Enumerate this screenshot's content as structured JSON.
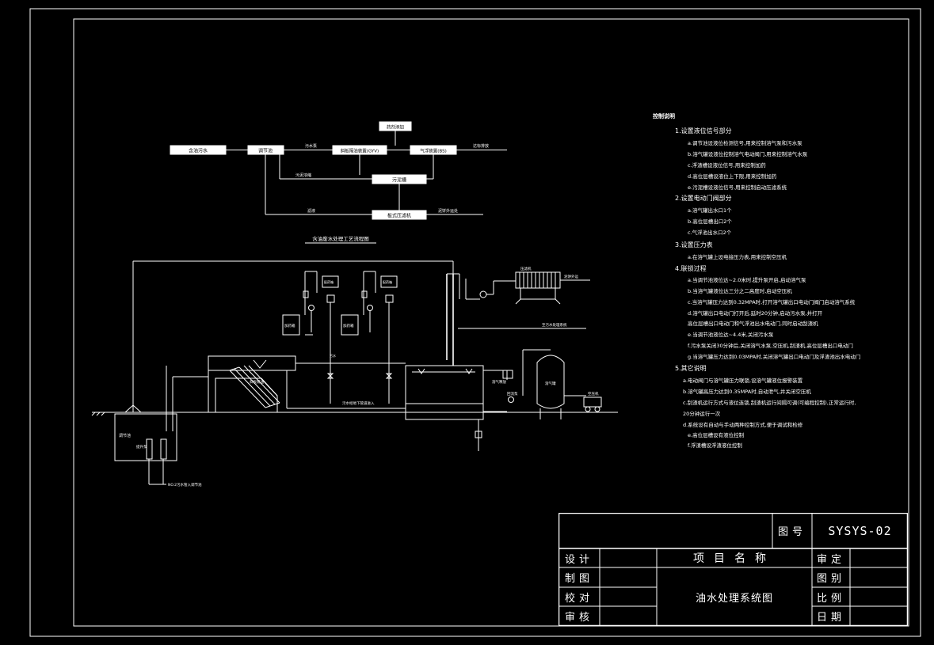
{
  "flow": {
    "raw_water": "含油污水",
    "adjust_tank": "调节池",
    "sep_device": "斜板隔油装置(GYV)",
    "float_device": "气浮装置(BS)",
    "outlet": "达标排放",
    "dosing": "药剂添加",
    "sludge_tank": "污泥槽",
    "filter_press": "板式压滤机",
    "lbl_pump": "污水泵",
    "lbl_sludge": "污泥浓缩",
    "lbl_filtrate": "滤液",
    "lbl_cake": "泥饼外运处",
    "title": "含油废水处理工艺流程图"
  },
  "labels": {
    "tank_a": "加药箱",
    "tank_b": "加药箱",
    "ctrl_a": "配药箱",
    "ctrl_b": "配药箱",
    "sep": "斜板隔油",
    "press": "压滤机",
    "press_out": "泥饼外运",
    "adjust": "调节池",
    "lift": "提升泵",
    "dirty_pipe": "至污水处理系统",
    "air_tank": "溶气罐",
    "compressor": "空压机",
    "release": "溶气释放",
    "circ": "回流泵",
    "sewage": "污水",
    "pipe_note": "污水经地下管道进入",
    "bottom_note": "NO.2污水管入调节池"
  },
  "notes": {
    "heading": "控制说明",
    "sections": [
      {
        "title": "1.设置液位信号部分",
        "items": [
          "a.调节池设液位检测信号,用来控制溶气泵和污水泵",
          "b.溶气罐设液位控制溶气电动阀门,用来控制溶气水泵",
          "c.浮渣槽设液位信号,用来控制加药",
          "d.高位层槽设液位上下限,用来控制加药",
          "e.污泥槽设液位信号,用来控制启动压滤系统"
        ]
      },
      {
        "title": "2.设置电动门阀部分",
        "items": [
          "a.溶气罐出水口1个",
          "b.高位层槽出口2个",
          "c.气浮池出水口2个"
        ]
      },
      {
        "title": "3.设置压力表",
        "items": [
          "a.在溶气罐上设电接压力表,用来控制空压机"
        ]
      },
      {
        "title": "4.联锁过程",
        "items": [
          "a.当调节池液位达~2.0米时,提升泵开启,启动溶气泵",
          "b.当溶气罐液位达三分之二高度时,启动空压机",
          "c.当溶气罐压力达到0.32MPA时,打开溶气罐出口电动门阀门启动溶气系统",
          "d.溶气罐出口电动门打开后,延时20分钟,启动污水泵,并打开",
          "  高位层槽出口电动门和气浮池出水电动门,同时启动刮渣机",
          "e.当调节池液位达~4.4米,关闭污水泵",
          "f.污水泵关闭30分钟后,关闭溶气水泵,空压机,刮渣机,高位层槽出口电动门",
          "g.当溶气罐压力达到0.03MPA时,关闭溶气罐出口电动门及浮渣池出水电动门"
        ]
      },
      {
        "title": "5.其它说明",
        "items": [
          "a.电动阀门与溶气罐压力联锁,设溶气罐液位报警装置",
          "b.溶气罐高压力达到0.35MPA时,自动泄气,并关闭空压机",
          "c.刮渣机运行方式与液位连锁,刮渣机运行间隔可调(可编程控制),正常运行时,",
          "  20分钟运行一次",
          "d.系统设有自动与手动两种控制方式,便于调试和检修",
          "e.高位层槽设有液位控制",
          "f.浮渣槽设浮渣液位控制"
        ]
      }
    ]
  },
  "titleblock": {
    "drawing_no_label": "图号",
    "drawing_no": "SYSYS-02",
    "design": "设计",
    "draw": "制图",
    "check": "校对",
    "review": "审核",
    "project_name_label": "项目名称",
    "drawing_name": "油水处理系统图",
    "approve": "审定",
    "category": "图别",
    "scale": "比例",
    "date": "日期"
  }
}
